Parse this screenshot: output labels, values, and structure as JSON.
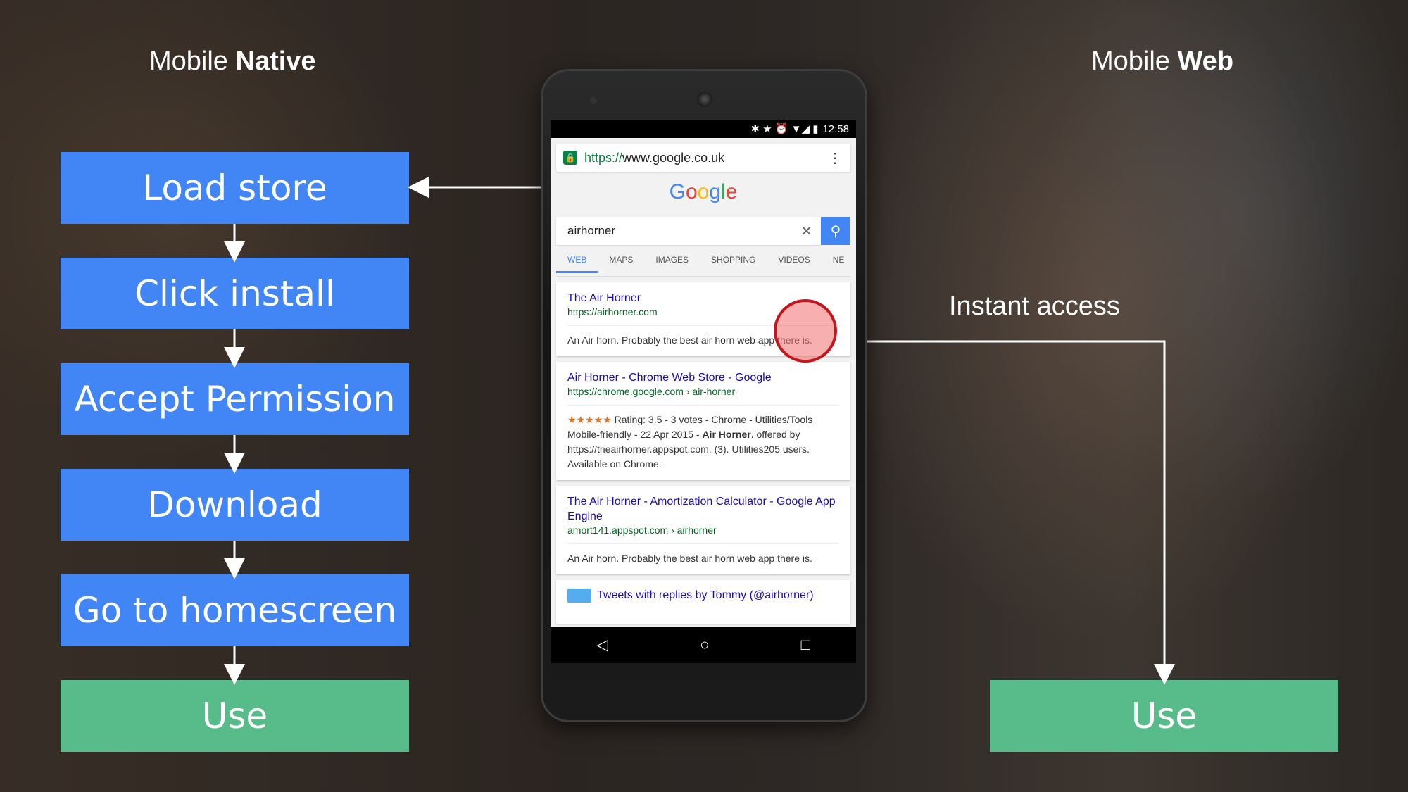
{
  "left_title": {
    "regular": "Mobile ",
    "bold": "Native"
  },
  "right_title": {
    "regular": "Mobile ",
    "bold": "Web"
  },
  "native_steps": [
    "Load store",
    "Click install",
    "Accept Permission",
    "Download",
    "Go to homescreen",
    "Use"
  ],
  "web_step": "Use",
  "instant_access_label": "Instant access",
  "colors": {
    "step_blue": "#4285f4",
    "step_green": "#57bb8a"
  },
  "phone": {
    "status_time": "12:58",
    "status_icons": "✱ ★ ⏰ ▼◢ ▮",
    "url_https": "https://",
    "url_rest": "www.google.co.uk",
    "logo": [
      "G",
      "o",
      "o",
      "g",
      "l",
      "e"
    ],
    "search_query": "airhorner",
    "tabs": [
      "WEB",
      "MAPS",
      "IMAGES",
      "SHOPPING",
      "VIDEOS",
      "NE"
    ],
    "results": [
      {
        "title": "The Air Horner",
        "url": "https://airhorner.com",
        "desc": "An Air horn. Probably the best air horn web app there is."
      },
      {
        "title": "Air Horner - Chrome Web Store - Google",
        "url": "https://chrome.google.com › air-horner",
        "stars": "★★★★★",
        "rating_line": "Rating: 3.5 - 3 votes - Chrome - Utilities/Tools",
        "desc_1": "Mobile-friendly - 22 Apr 2015 - ",
        "desc_bold": "Air Horner",
        "desc_2": ". offered by https://theairhorner.appspot.com. (3). Utilities205 users. Available on Chrome."
      },
      {
        "title": "The Air Horner - Amortization Calculator - Google App Engine",
        "url": "amort141.appspot.com › airhorner",
        "desc": "An Air horn. Probably the best air horn web app there is."
      }
    ],
    "tweets_line": "Tweets with replies by Tommy (@airhorner)",
    "nav": {
      "back": "◁",
      "home": "○",
      "recent": "□"
    }
  }
}
